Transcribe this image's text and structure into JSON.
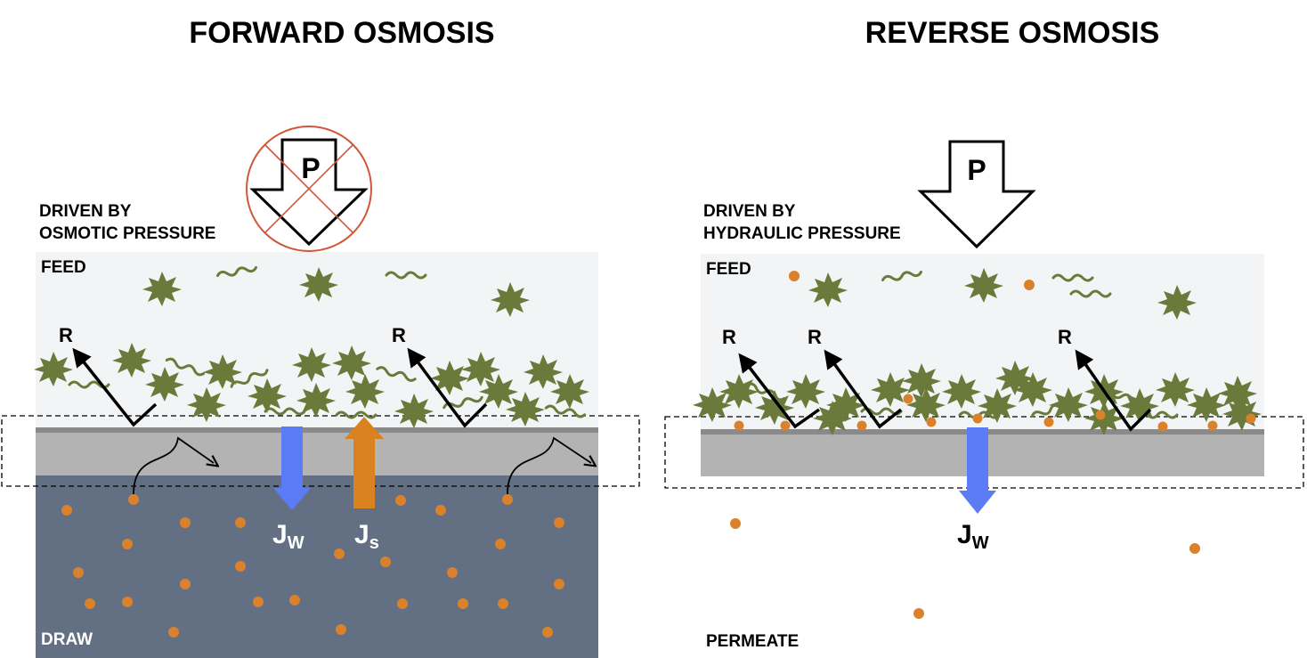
{
  "forward": {
    "title": "FORWARD OSMOSIS",
    "driver_line1": "DRIVEN BY",
    "driver_line2": "OSMOTIC PRESSURE",
    "feed_label": "FEED",
    "draw_label": "DRAW",
    "pressure_label": "P",
    "reflect_label": "R",
    "water_flux": "J",
    "water_flux_sub": "W",
    "solute_flux": "J",
    "solute_flux_sub": "s"
  },
  "reverse": {
    "title": "REVERSE OSMOSIS",
    "driver_line1": "DRIVEN BY",
    "driver_line2": "HYDRAULIC  PRESSURE",
    "feed_label": "FEED",
    "permeate_label": "PERMEATE",
    "pressure_label": "P",
    "reflect_label": "R",
    "water_flux": "J",
    "water_flux_sub": "W"
  },
  "colors": {
    "feed_bg": "#f3f4f6",
    "membrane": "#b3b3b3",
    "membrane_skin": "#8a8a8a",
    "draw_bg": "#637083",
    "foulant": "#6a7a3a",
    "solute": "#d9822b",
    "water_arrow": "#5b7cf5",
    "solute_arrow": "#d9821f",
    "no_pressure": "#d2573a"
  }
}
